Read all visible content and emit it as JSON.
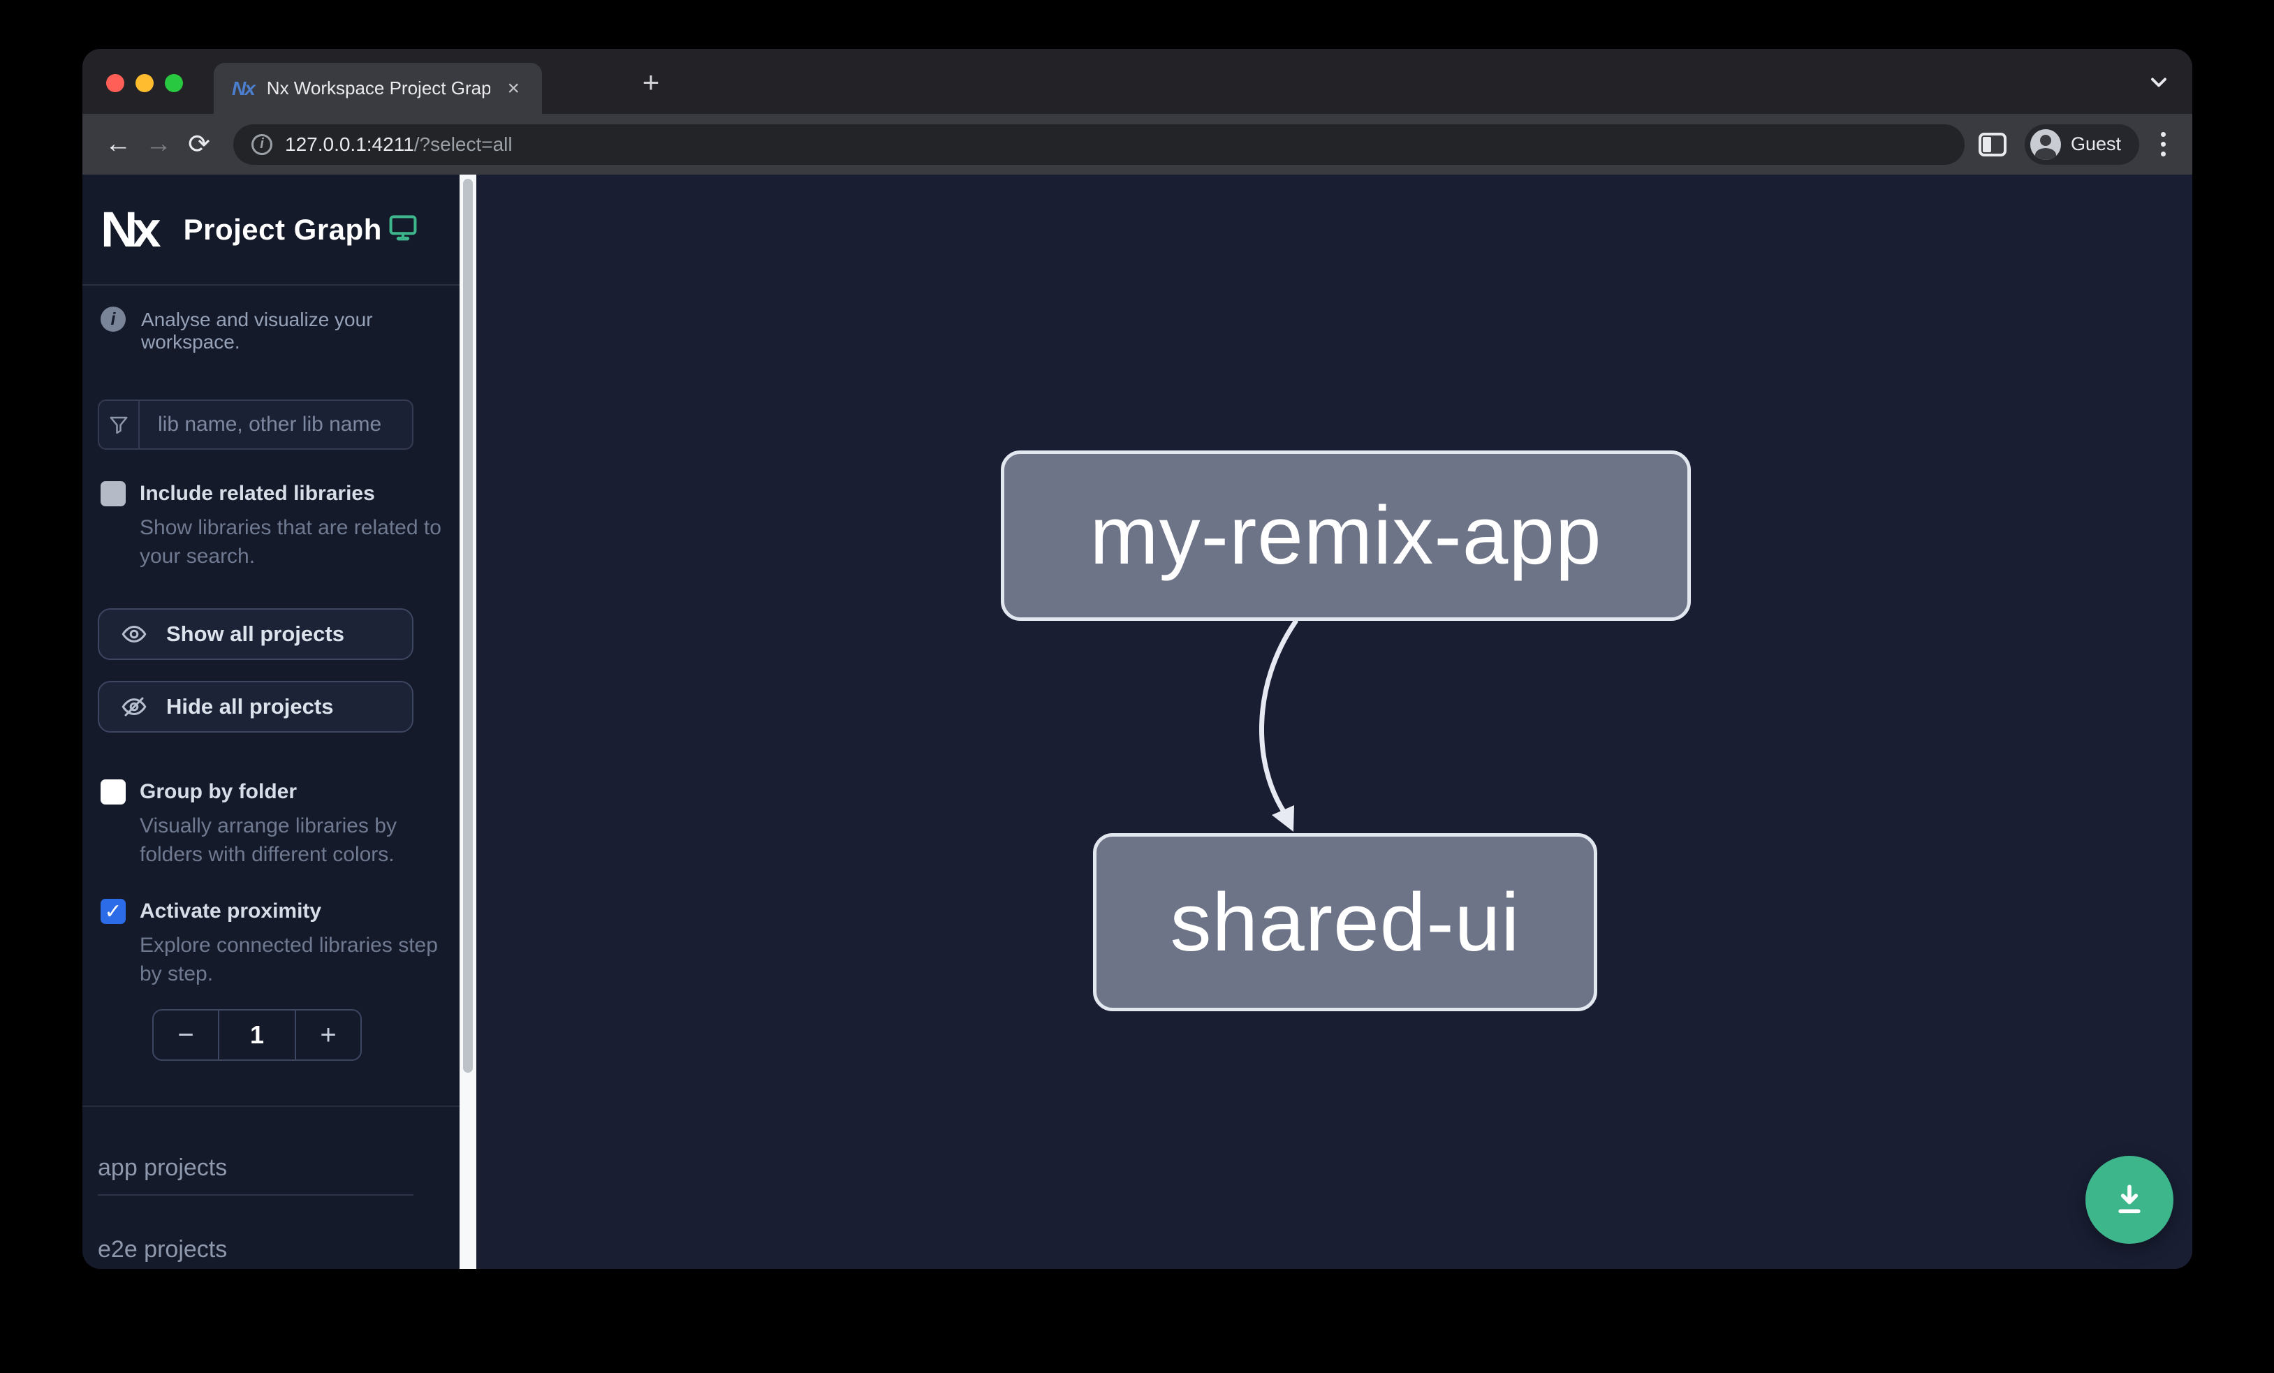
{
  "browser": {
    "tab": {
      "title": "Nx Workspace Project Graph",
      "favicon_text": "Nx"
    },
    "url": {
      "host": "127.0.0.1:4211",
      "path": "/?select=all"
    },
    "profile_label": "Guest",
    "icons": {
      "back": "←",
      "forward": "→",
      "reload": "⟳",
      "new_tab": "+",
      "close_tab": "×"
    }
  },
  "sidebar": {
    "logo_text": "Nx",
    "title": "Project Graph",
    "tagline": "Analyse and visualize your workspace.",
    "filter": {
      "placeholder": "lib name, other lib name"
    },
    "checkboxes": [
      {
        "label": "Include related libraries",
        "description": "Show libraries that are related to your search.",
        "checked": false
      },
      {
        "label": "Group by folder",
        "description": "Visually arrange libraries by folders with different colors.",
        "checked": false
      },
      {
        "label": "Activate proximity",
        "description": "Explore connected libraries step by step.",
        "checked": true
      }
    ],
    "buttons": [
      {
        "label": "Show all projects"
      },
      {
        "label": "Hide all projects"
      }
    ],
    "stepper": {
      "decrement": "−",
      "value": "1",
      "increment": "+"
    },
    "sections": [
      {
        "label": "app projects"
      },
      {
        "label": "e2e projects"
      }
    ]
  },
  "graph": {
    "nodes": [
      {
        "id": "my-remix-app",
        "label": "my-remix-app"
      },
      {
        "id": "shared-ui",
        "label": "shared-ui"
      }
    ],
    "edges": [
      {
        "source": "my-remix-app",
        "target": "shared-ui"
      }
    ]
  },
  "colors": {
    "accent_teal": "#3eb68c",
    "checkbox_checked": "#2d6ce8",
    "canvas_bg": "#191e33",
    "sidebar_bg": "#151a2b",
    "node_fill": "#6e7487",
    "node_border": "#e3e7f0"
  }
}
